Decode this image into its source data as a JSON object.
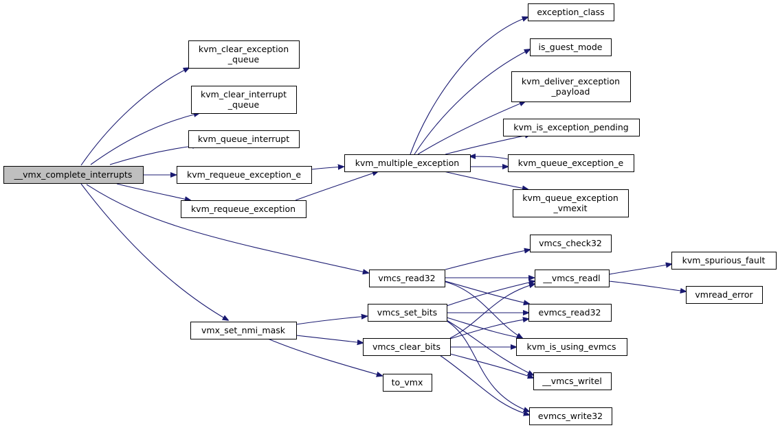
{
  "graph": {
    "root": "vmx_complete_interrupts",
    "nodes": [
      {
        "id": "vmx_complete_interrupts",
        "lines": [
          "__vmx_complete_interrupts"
        ],
        "root": true
      },
      {
        "id": "kvm_clear_exception_queue",
        "lines": [
          "kvm_clear_exception",
          "_queue"
        ]
      },
      {
        "id": "kvm_clear_interrupt_queue",
        "lines": [
          "kvm_clear_interrupt",
          "_queue"
        ]
      },
      {
        "id": "kvm_queue_interrupt",
        "lines": [
          "kvm_queue_interrupt"
        ]
      },
      {
        "id": "kvm_requeue_exception_e",
        "lines": [
          "kvm_requeue_exception_e"
        ]
      },
      {
        "id": "kvm_requeue_exception",
        "lines": [
          "kvm_requeue_exception"
        ]
      },
      {
        "id": "kvm_multiple_exception",
        "lines": [
          "kvm_multiple_exception"
        ]
      },
      {
        "id": "exception_class",
        "lines": [
          "exception_class"
        ]
      },
      {
        "id": "is_guest_mode",
        "lines": [
          "is_guest_mode"
        ]
      },
      {
        "id": "kvm_deliver_exception_payload",
        "lines": [
          "kvm_deliver_exception",
          "_payload"
        ]
      },
      {
        "id": "kvm_is_exception_pending",
        "lines": [
          "kvm_is_exception_pending"
        ]
      },
      {
        "id": "kvm_queue_exception_e",
        "lines": [
          "kvm_queue_exception_e"
        ]
      },
      {
        "id": "kvm_queue_exception_vmexit",
        "lines": [
          "kvm_queue_exception",
          "_vmexit"
        ]
      },
      {
        "id": "vmcs_read32",
        "lines": [
          "vmcs_read32"
        ]
      },
      {
        "id": "vmx_set_nmi_mask",
        "lines": [
          "vmx_set_nmi_mask"
        ]
      },
      {
        "id": "vmcs_set_bits",
        "lines": [
          "vmcs_set_bits"
        ]
      },
      {
        "id": "vmcs_clear_bits",
        "lines": [
          "vmcs_clear_bits"
        ]
      },
      {
        "id": "to_vmx",
        "lines": [
          "to_vmx"
        ]
      },
      {
        "id": "vmcs_check32",
        "lines": [
          "vmcs_check32"
        ]
      },
      {
        "id": "vmcs_readl",
        "lines": [
          "__vmcs_readl"
        ]
      },
      {
        "id": "evmcs_read32",
        "lines": [
          "evmcs_read32"
        ]
      },
      {
        "id": "kvm_is_using_evmcs",
        "lines": [
          "kvm_is_using_evmcs"
        ]
      },
      {
        "id": "vmcs_writel",
        "lines": [
          "__vmcs_writel"
        ]
      },
      {
        "id": "evmcs_write32",
        "lines": [
          "evmcs_write32"
        ]
      },
      {
        "id": "kvm_spurious_fault",
        "lines": [
          "kvm_spurious_fault"
        ]
      },
      {
        "id": "vmread_error",
        "lines": [
          "vmread_error"
        ]
      }
    ],
    "edges": [
      [
        "vmx_complete_interrupts",
        "kvm_clear_exception_queue"
      ],
      [
        "vmx_complete_interrupts",
        "kvm_clear_interrupt_queue"
      ],
      [
        "vmx_complete_interrupts",
        "kvm_queue_interrupt"
      ],
      [
        "vmx_complete_interrupts",
        "kvm_requeue_exception_e"
      ],
      [
        "vmx_complete_interrupts",
        "kvm_requeue_exception"
      ],
      [
        "vmx_complete_interrupts",
        "vmcs_read32"
      ],
      [
        "vmx_complete_interrupts",
        "vmx_set_nmi_mask"
      ],
      [
        "kvm_requeue_exception_e",
        "kvm_multiple_exception"
      ],
      [
        "kvm_requeue_exception",
        "kvm_multiple_exception"
      ],
      [
        "kvm_multiple_exception",
        "exception_class"
      ],
      [
        "kvm_multiple_exception",
        "is_guest_mode"
      ],
      [
        "kvm_multiple_exception",
        "kvm_deliver_exception_payload"
      ],
      [
        "kvm_multiple_exception",
        "kvm_is_exception_pending"
      ],
      [
        "kvm_multiple_exception",
        "kvm_queue_exception_e"
      ],
      [
        "kvm_multiple_exception",
        "kvm_queue_exception_vmexit"
      ],
      [
        "kvm_queue_exception_e",
        "kvm_multiple_exception"
      ],
      [
        "vmcs_read32",
        "vmcs_check32"
      ],
      [
        "vmcs_read32",
        "vmcs_readl"
      ],
      [
        "vmcs_read32",
        "evmcs_read32"
      ],
      [
        "vmcs_read32",
        "kvm_is_using_evmcs"
      ],
      [
        "vmx_set_nmi_mask",
        "vmcs_set_bits"
      ],
      [
        "vmx_set_nmi_mask",
        "vmcs_clear_bits"
      ],
      [
        "vmx_set_nmi_mask",
        "to_vmx"
      ],
      [
        "vmcs_set_bits",
        "vmcs_readl"
      ],
      [
        "vmcs_set_bits",
        "evmcs_read32"
      ],
      [
        "vmcs_set_bits",
        "kvm_is_using_evmcs"
      ],
      [
        "vmcs_set_bits",
        "vmcs_writel"
      ],
      [
        "vmcs_set_bits",
        "evmcs_write32"
      ],
      [
        "vmcs_clear_bits",
        "vmcs_readl"
      ],
      [
        "vmcs_clear_bits",
        "evmcs_read32"
      ],
      [
        "vmcs_clear_bits",
        "kvm_is_using_evmcs"
      ],
      [
        "vmcs_clear_bits",
        "vmcs_writel"
      ],
      [
        "vmcs_clear_bits",
        "evmcs_write32"
      ],
      [
        "vmcs_readl",
        "kvm_spurious_fault"
      ],
      [
        "vmcs_readl",
        "vmread_error"
      ]
    ]
  }
}
